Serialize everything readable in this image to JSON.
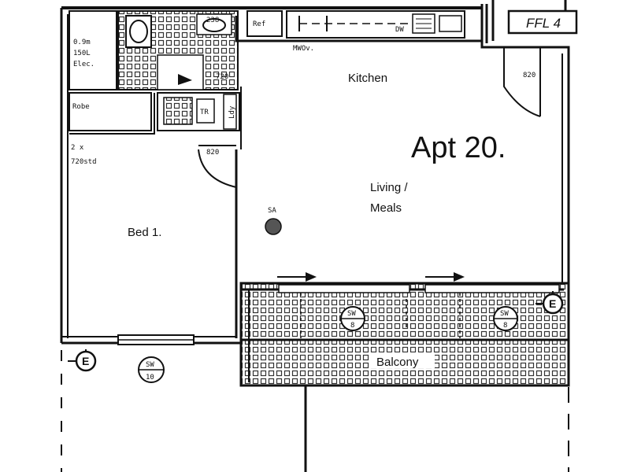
{
  "apartment": {
    "title": "Apt 20.",
    "level": "FFL 4"
  },
  "rooms": {
    "kitchen": "Kitchen",
    "living_line1": "Living /",
    "living_line2": "Meals",
    "bed": "Bed 1.",
    "balcony": "Balcony",
    "robe": "Robe"
  },
  "fixtures": {
    "ref": "Ref",
    "hw_line1": "0.9m",
    "hw_line2": "150L",
    "hw_line3": "Elec.",
    "wardrobe_line1": "2 x",
    "wardrobe_line2": "720std",
    "smoke_alarm": "SA",
    "mw": "MWOv.",
    "dw": "DW",
    "ldy": "Ldy",
    "tr": "TR",
    "bath_a": "238",
    "bath_b": "720"
  },
  "doors": {
    "entry": "820",
    "bed": "820"
  },
  "windows": [
    {
      "code": "SW",
      "num": "8"
    },
    {
      "code": "SW",
      "num": "8"
    },
    {
      "code": "SW",
      "num": "10"
    }
  ],
  "elevation_marker": "E"
}
